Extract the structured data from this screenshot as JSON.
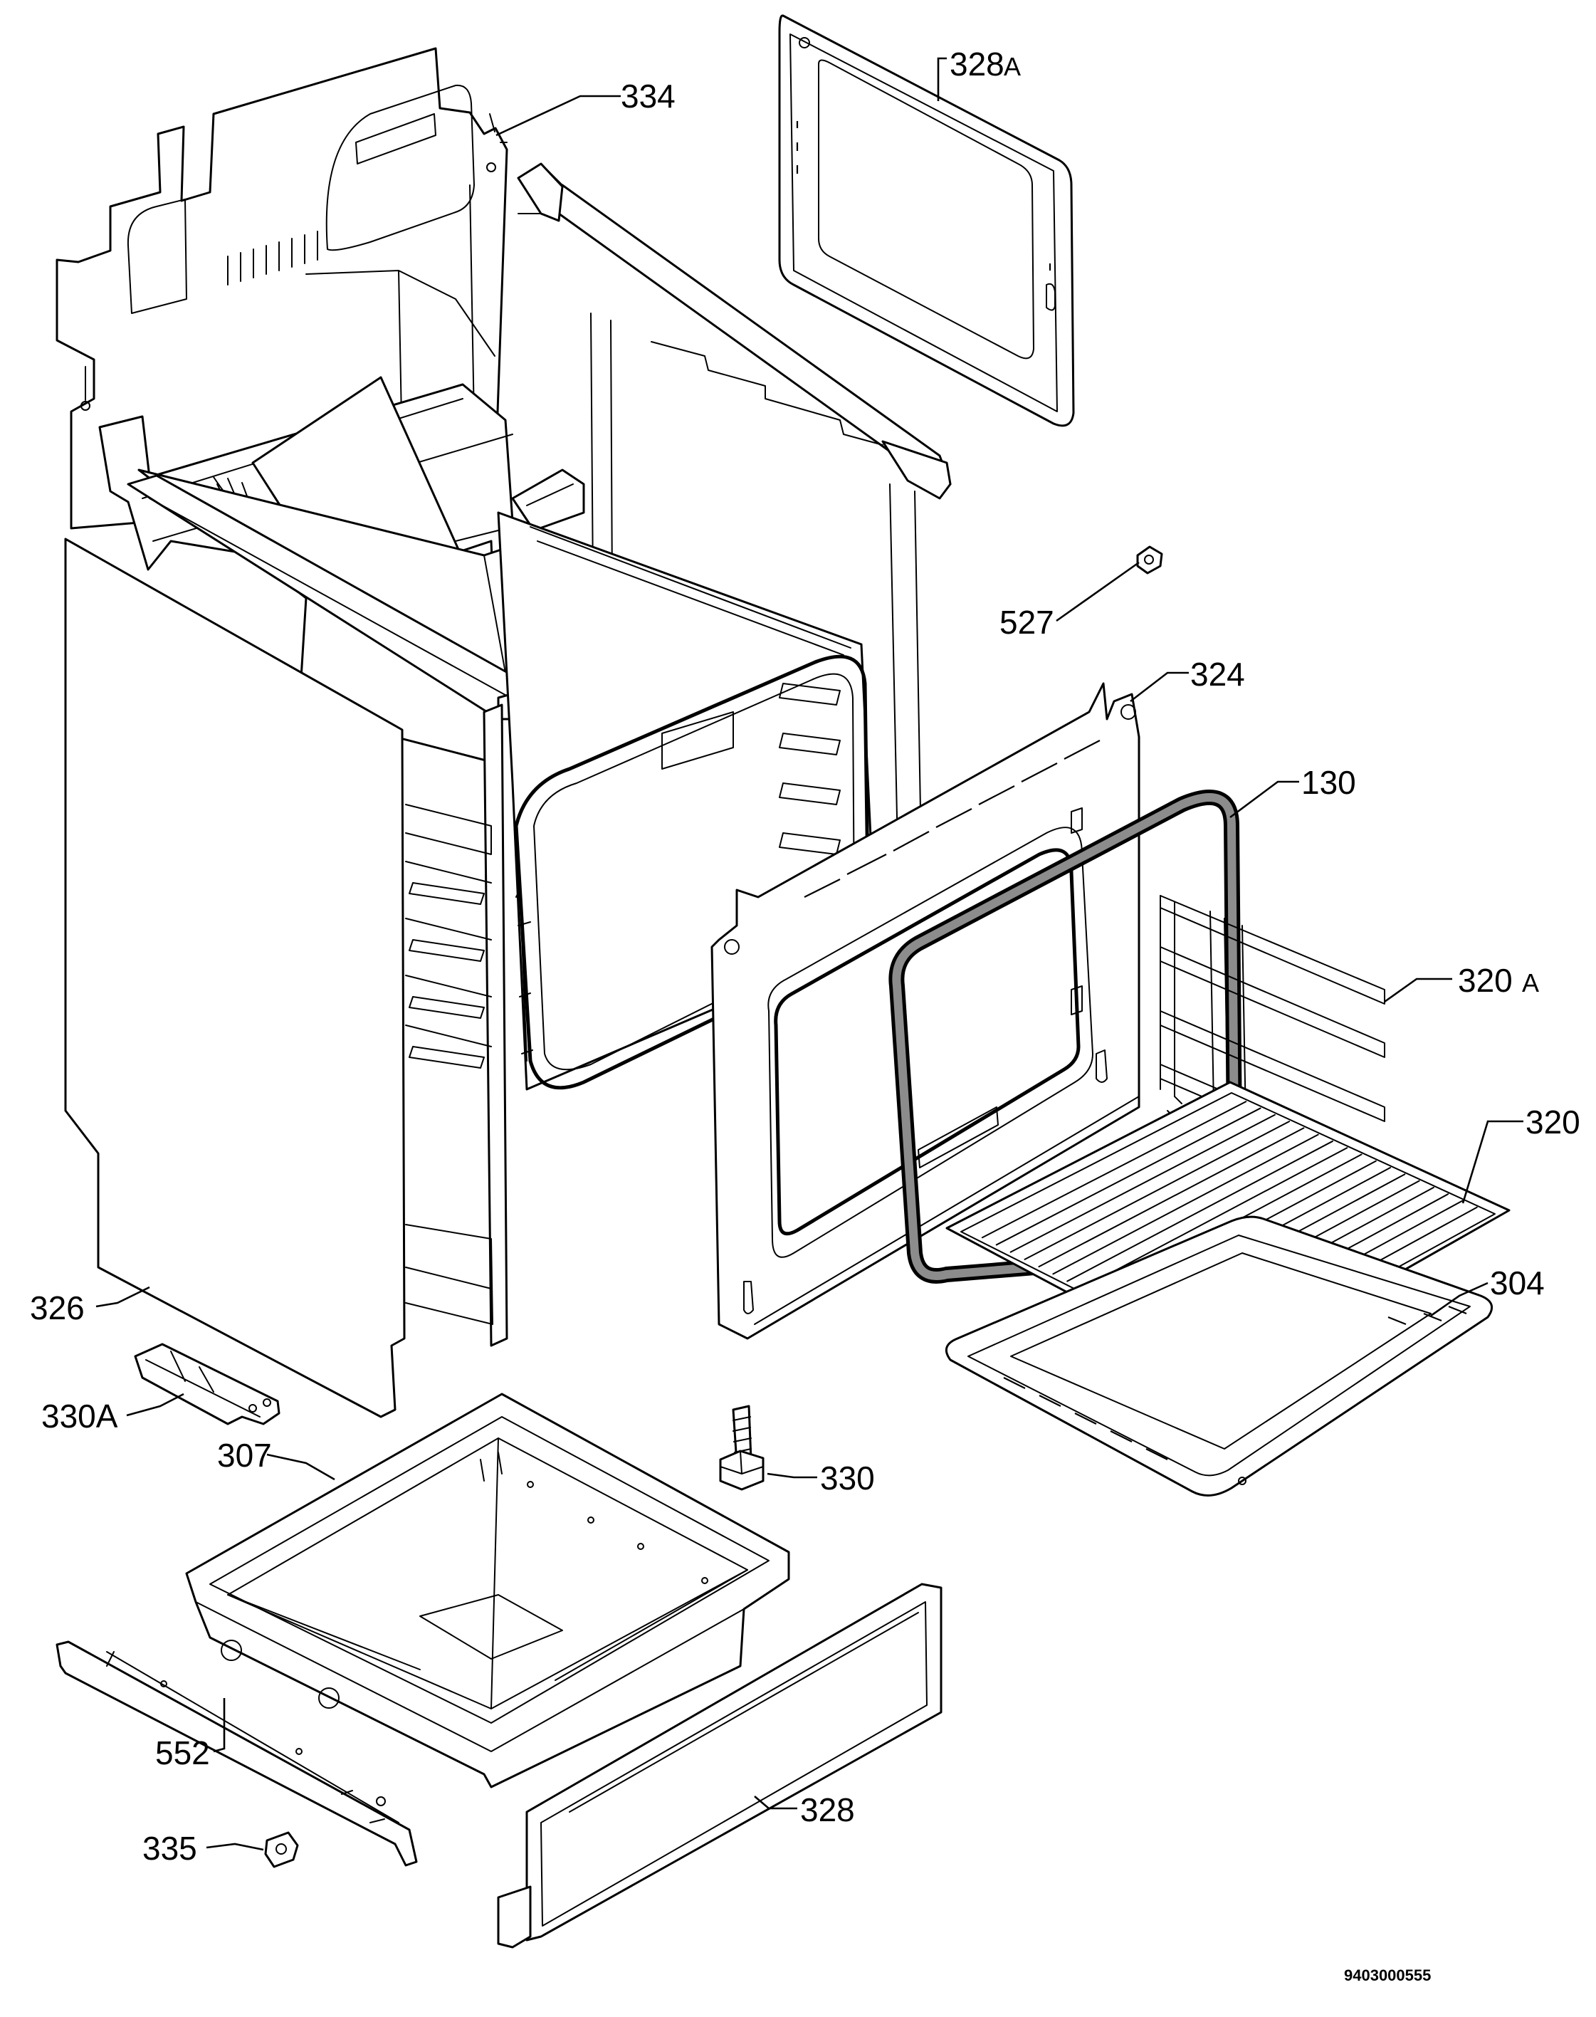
{
  "diagram": {
    "document_number": "9403000555",
    "callouts": [
      {
        "id": "334",
        "number": "334",
        "suffix": ""
      },
      {
        "id": "328A",
        "number": "328",
        "suffix": "A"
      },
      {
        "id": "527",
        "number": "527",
        "suffix": ""
      },
      {
        "id": "324",
        "number": "324",
        "suffix": ""
      },
      {
        "id": "130",
        "number": "130",
        "suffix": ""
      },
      {
        "id": "320A",
        "number": "320",
        "suffix": "A"
      },
      {
        "id": "320",
        "number": "320",
        "suffix": ""
      },
      {
        "id": "304",
        "number": "304",
        "suffix": ""
      },
      {
        "id": "326",
        "number": "326",
        "suffix": ""
      },
      {
        "id": "330A",
        "number": "330A",
        "suffix": ""
      },
      {
        "id": "307",
        "number": "307",
        "suffix": ""
      },
      {
        "id": "330",
        "number": "330",
        "suffix": ""
      },
      {
        "id": "552",
        "number": "552",
        "suffix": ""
      },
      {
        "id": "335",
        "number": "335",
        "suffix": ""
      },
      {
        "id": "328",
        "number": "328",
        "suffix": ""
      }
    ]
  }
}
